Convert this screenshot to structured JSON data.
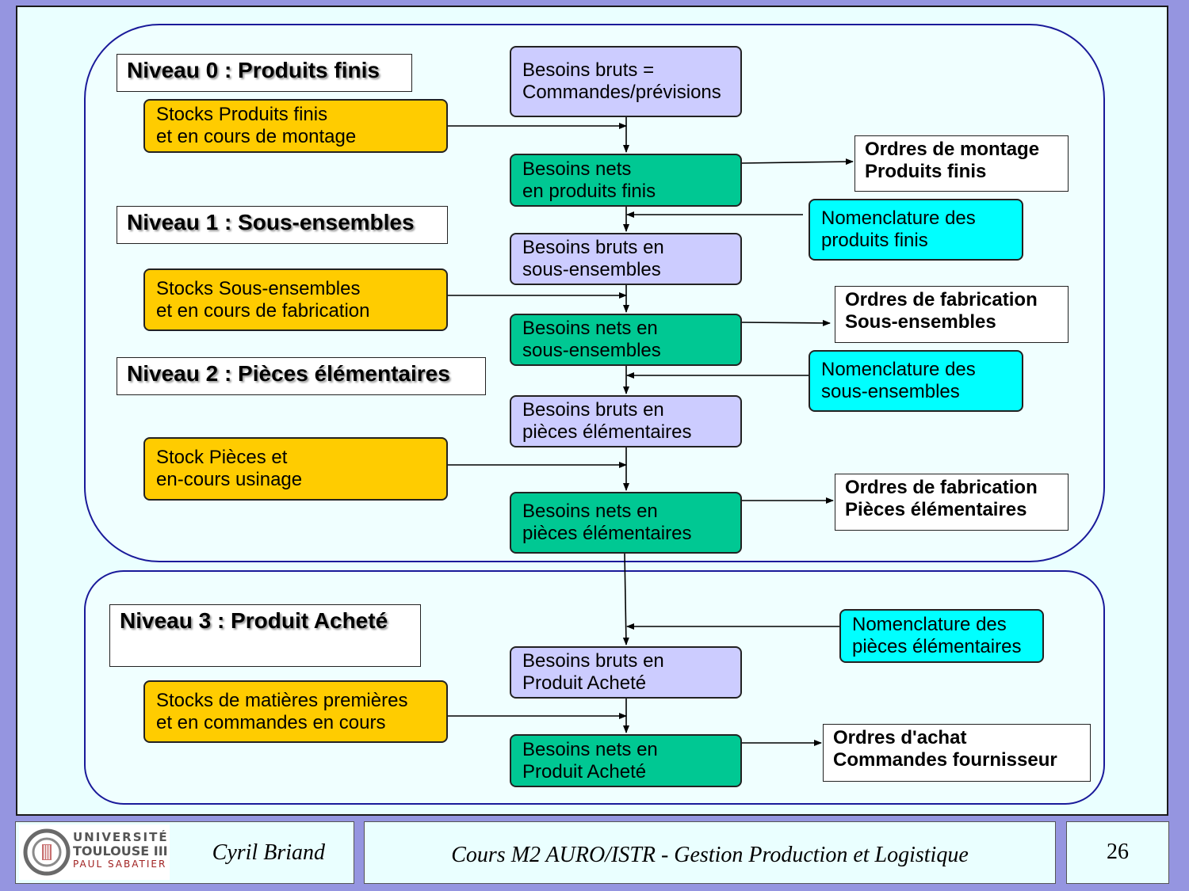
{
  "levels": {
    "l0": "Niveau 0 : Produits finis",
    "l1": "Niveau 1 : Sous-ensembles",
    "l2": "Niveau 2 : Pièces élémentaires",
    "l3": "Niveau 3 : Produit Acheté"
  },
  "stocks": {
    "s0": [
      "Stocks Produits finis",
      "et en cours de montage"
    ],
    "s1": [
      "Stocks Sous-ensembles",
      "et en cours de fabrication"
    ],
    "s2": [
      "Stock Pièces et",
      "en-cours usinage"
    ],
    "s3": [
      "Stocks de matières premières",
      "et en commandes en cours"
    ]
  },
  "gross": {
    "g0": [
      "Besoins bruts =",
      "Commandes/prévisions"
    ],
    "g1": [
      "Besoins bruts en",
      "sous-ensembles"
    ],
    "g2": [
      "Besoins bruts en",
      "pièces élémentaires"
    ],
    "g3": [
      "Besoins bruts en",
      "Produit Acheté"
    ]
  },
  "net": {
    "n0": [
      "Besoins nets",
      "en produits finis"
    ],
    "n1": [
      "Besoins nets en",
      "sous-ensembles"
    ],
    "n2": [
      "Besoins nets en",
      "pièces élémentaires"
    ],
    "n3": [
      "Besoins nets en",
      "Produit Acheté"
    ]
  },
  "bom": {
    "b0": [
      "Nomenclature des",
      "produits finis"
    ],
    "b1": [
      "Nomenclature des",
      "sous-ensembles"
    ],
    "b2": [
      "Nomenclature des",
      "pièces élémentaires"
    ]
  },
  "orders": {
    "o0": [
      "Ordres de montage",
      "Produits finis"
    ],
    "o1": [
      "Ordres de fabrication",
      "Sous-ensembles"
    ],
    "o2": [
      "Ordres de fabrication",
      "Pièces élémentaires"
    ],
    "o3": [
      "Ordres d'achat",
      "Commandes fournisseur"
    ]
  },
  "footer": {
    "logo": [
      "UNIVERSITÉ",
      "TOULOUSE III",
      "PAUL SABATIER"
    ],
    "author": "Cyril Briand",
    "course": "Cours M2 AURO/ISTR - Gestion Production et Logistique",
    "page": "26"
  },
  "colors": {
    "stock": "#ffcc00",
    "gross": "#ccccff",
    "net": "#00c893",
    "bom": "#00ffff",
    "background": "#9595e0"
  }
}
